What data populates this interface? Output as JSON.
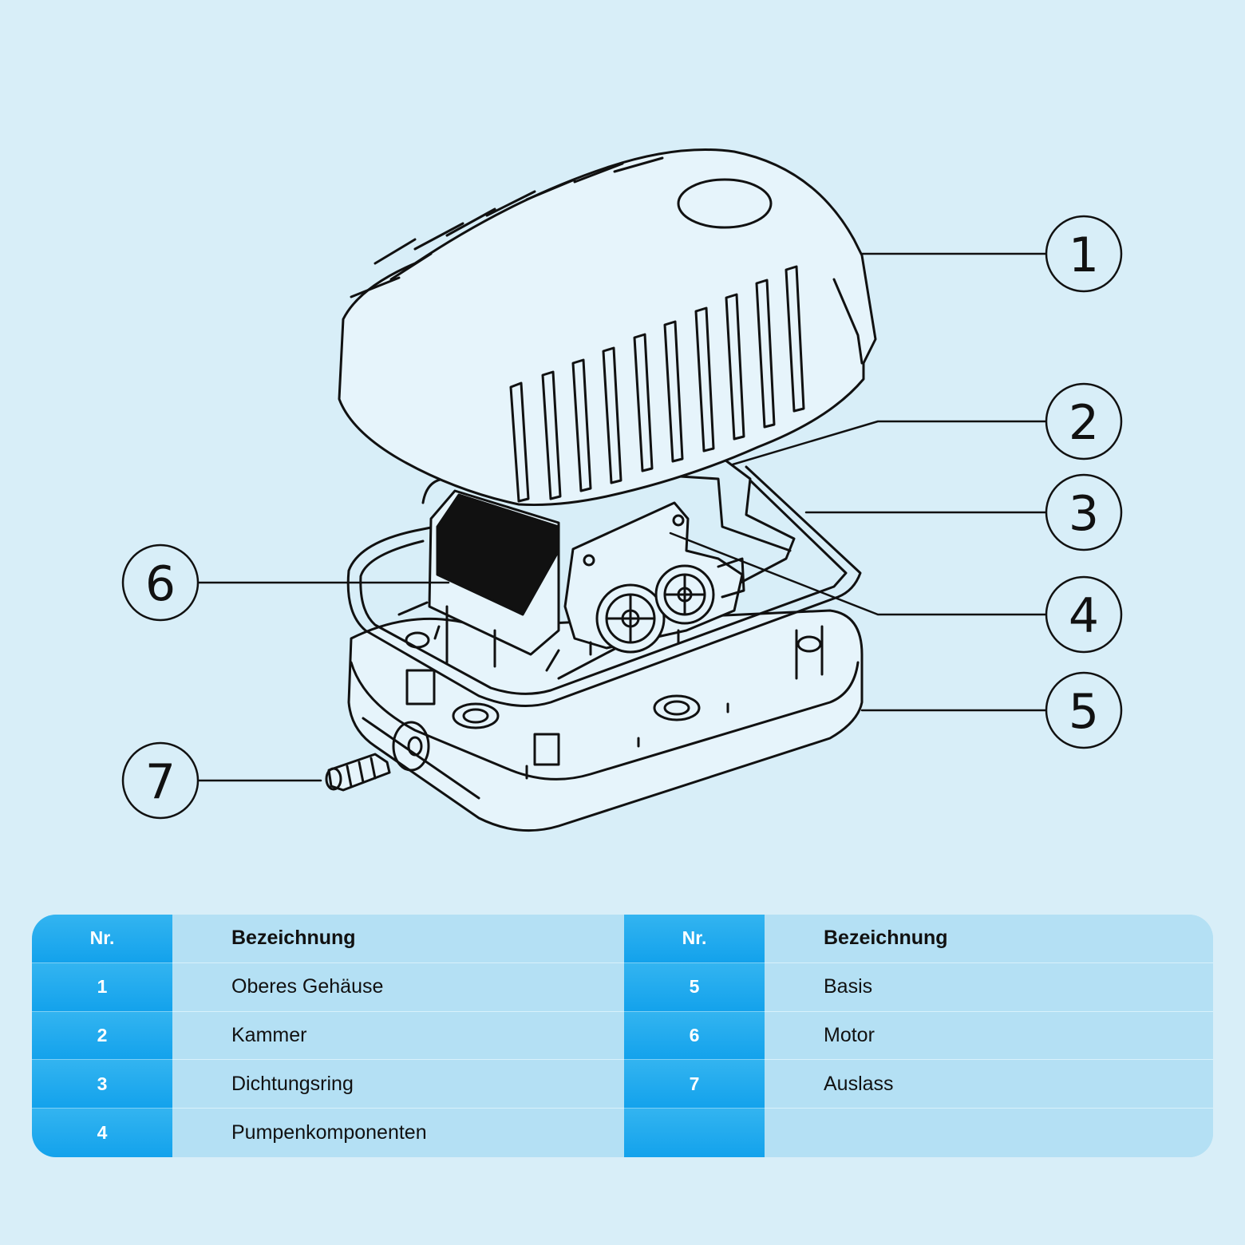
{
  "callouts": [
    {
      "label": "1",
      "part": "Oberes Gehäuse"
    },
    {
      "label": "2",
      "part": "Kammer"
    },
    {
      "label": "3",
      "part": "Dichtungsring"
    },
    {
      "label": "4",
      "part": "Pumpenkomponenten"
    },
    {
      "label": "5",
      "part": "Basis"
    },
    {
      "label": "6",
      "part": "Motor"
    },
    {
      "label": "7",
      "part": "Auslass"
    }
  ],
  "table": {
    "headers": {
      "left_nr": "Nr.",
      "left_name": "Bezeichnung",
      "right_nr": "Nr.",
      "right_name": "Bezeichnung"
    },
    "left_rows": [
      {
        "nr": "1",
        "name": "Oberes Gehäuse"
      },
      {
        "nr": "2",
        "name": "Kammer"
      },
      {
        "nr": "3",
        "name": "Dichtungsring"
      },
      {
        "nr": "4",
        "name": "Pumpenkomponenten"
      }
    ],
    "right_rows": [
      {
        "nr": "5",
        "name": "Basis"
      },
      {
        "nr": "6",
        "name": "Motor"
      },
      {
        "nr": "7",
        "name": "Auslass"
      },
      {
        "nr": "",
        "name": ""
      }
    ]
  },
  "colors": {
    "background": "#d8eef8",
    "number_column": "#1aa5ec",
    "name_column": "#b4e0f4",
    "line_art": "#111111"
  }
}
